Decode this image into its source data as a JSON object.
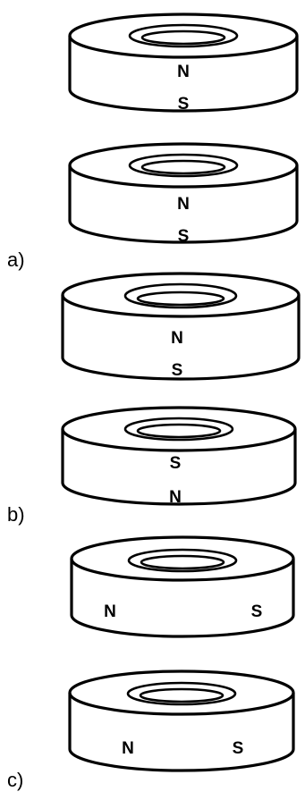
{
  "groups": [
    {
      "label": "a)",
      "magnets": [
        {
          "poles": [
            "N",
            "S"
          ],
          "orientation": "vertical"
        },
        {
          "poles": [
            "N",
            "S"
          ],
          "orientation": "vertical"
        }
      ]
    },
    {
      "label": "b)",
      "magnets": [
        {
          "poles": [
            "N",
            "S"
          ],
          "orientation": "vertical"
        },
        {
          "poles": [
            "S",
            "N"
          ],
          "orientation": "vertical"
        }
      ]
    },
    {
      "label": "c)",
      "magnets": [
        {
          "poles": [
            "N",
            "S"
          ],
          "orientation": "horizontal"
        },
        {
          "poles": [
            "N",
            "S"
          ],
          "orientation": "horizontal"
        }
      ]
    }
  ]
}
